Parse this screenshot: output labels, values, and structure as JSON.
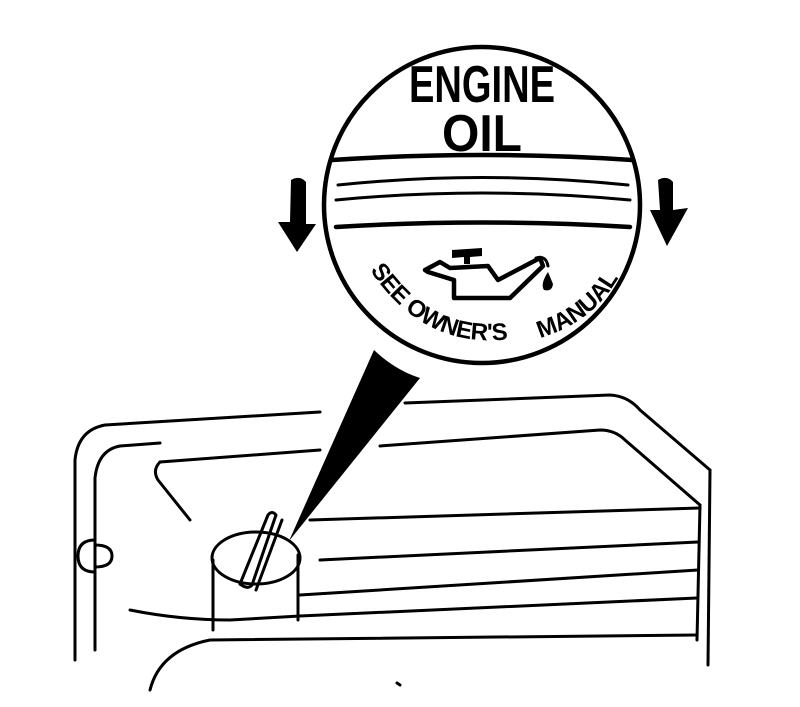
{
  "cap_label": {
    "line1": "ENGINE",
    "line2": "OIL",
    "arc_left": "SEE OWNER'S",
    "arc_right": "MANUAL"
  },
  "icons": {
    "oil_can": "oil-can-icon",
    "rotation_arrows": "down-arrow-icon"
  },
  "colors": {
    "ink": "#000000",
    "paper": "#ffffff"
  }
}
